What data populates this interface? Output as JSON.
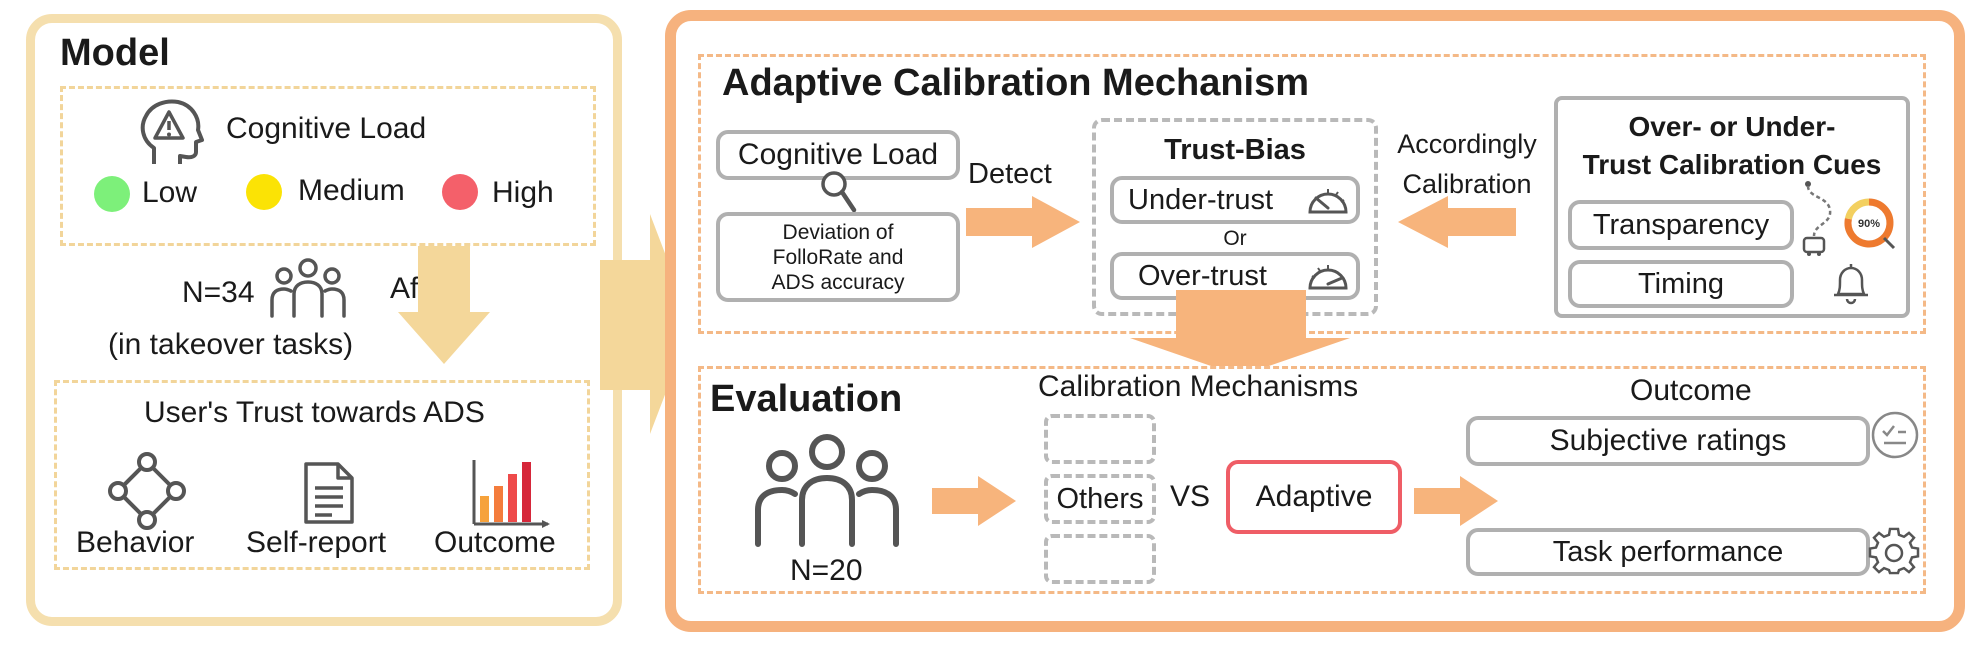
{
  "model": {
    "title": "Model",
    "cognitive_load": {
      "label": "Cognitive Load",
      "levels": [
        {
          "label": "Low",
          "color": "#7df07a"
        },
        {
          "label": "Medium",
          "color": "#fbe305"
        },
        {
          "label": "High",
          "color": "#f4606a"
        }
      ]
    },
    "participants": "N=34",
    "task_context": "(in takeover tasks)",
    "affect_label": "Affect",
    "trust": {
      "label": "User's Trust  towards ADS",
      "measures": [
        "Behavior",
        "Self-report",
        "Outcome"
      ]
    }
  },
  "mechanism": {
    "title": "Adaptive Calibration Mechanism",
    "cognitive_load_box": "Cognitive Load",
    "deviation_lines": [
      "Deviation of",
      "FolloRate and",
      "ADS accuracy"
    ],
    "detect_label": "Detect",
    "trust_bias": {
      "title": "Trust-Bias",
      "under": "Under-trust",
      "or_label": "Or",
      "over": "Over-trust"
    },
    "calibration_label_lines": [
      "Accordingly",
      "Calibration"
    ],
    "cues": {
      "title_lines": [
        "Over- or Under-",
        "Trust Calibration Cues"
      ],
      "transparency": "Transparency",
      "timing": "Timing",
      "gauge_percent": "90%"
    }
  },
  "evaluation": {
    "title": "Evaluation",
    "participants": "N=20",
    "mechanisms_label": "Calibration Mechanisms",
    "others": "Others",
    "vs": "VS",
    "adaptive": "Adaptive",
    "outcome_label": "Outcome",
    "subjective": "Subjective ratings",
    "task_performance": "Task performance"
  },
  "colors": {
    "left_border": "#f5dfae",
    "right_border": "#f6b27e",
    "arrow_yellow": "#f4d79a",
    "arrow_orange": "#f7b47c",
    "adaptive_border": "#ef5d66"
  }
}
